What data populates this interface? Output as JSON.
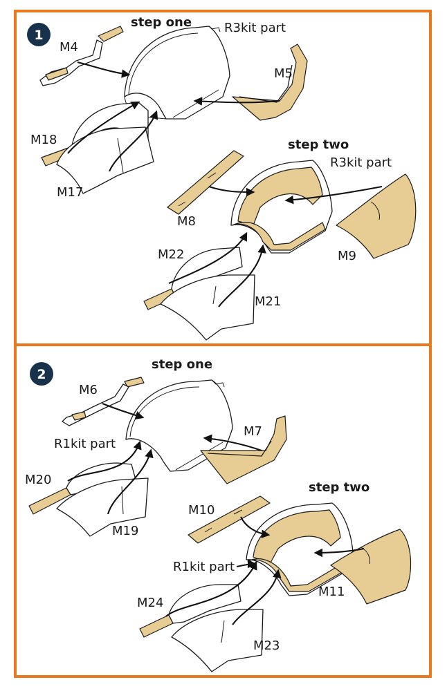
{
  "colors": {
    "frame": "#e8791e",
    "badge": "#17324a",
    "photoetch": "#e7cd94"
  },
  "panels": [
    {
      "badge": "1",
      "step_one": {
        "title": "step one",
        "kit_part": "R3kit part",
        "labels": [
          "M4",
          "M5",
          "M18",
          "M17"
        ]
      },
      "step_two": {
        "title": "step two",
        "kit_part": "R3kit part",
        "labels": [
          "M8",
          "M9",
          "M22",
          "M21"
        ]
      }
    },
    {
      "badge": "2",
      "step_one": {
        "title": "step one",
        "kit_part": "R1kit part",
        "labels": [
          "M6",
          "M7",
          "M20",
          "M19"
        ]
      },
      "step_two": {
        "title": "step two",
        "kit_part": "R1kit part",
        "labels": [
          "M10",
          "M11",
          "M24",
          "M23"
        ]
      }
    }
  ]
}
